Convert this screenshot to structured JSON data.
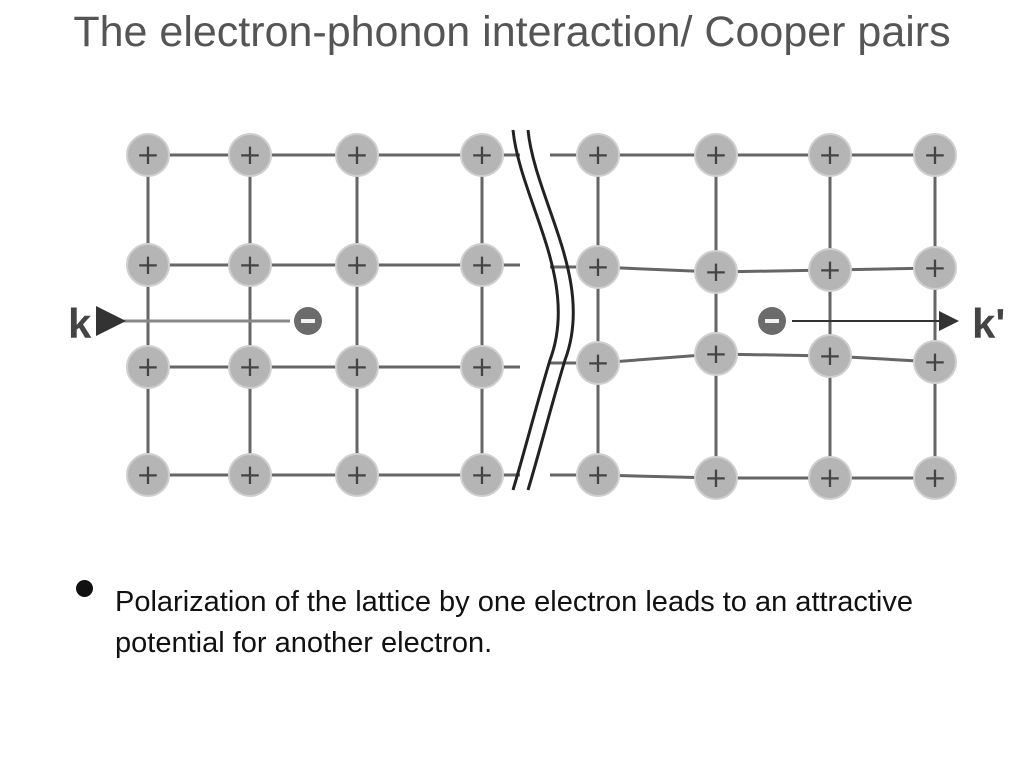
{
  "title": "The electron-phonon interaction/ Cooper pairs",
  "diagram": {
    "ion_symbol": "+",
    "electron_symbol": "−",
    "label_k": "k",
    "label_k_prime": "k'"
  },
  "bullets": [
    "Polarization of the lattice by one electron leads to an attractive potential for another electron."
  ],
  "colors": {
    "title": "#555555",
    "ion_fill": "#b5b5b5",
    "lattice_line": "#333333",
    "text": "#111111"
  }
}
